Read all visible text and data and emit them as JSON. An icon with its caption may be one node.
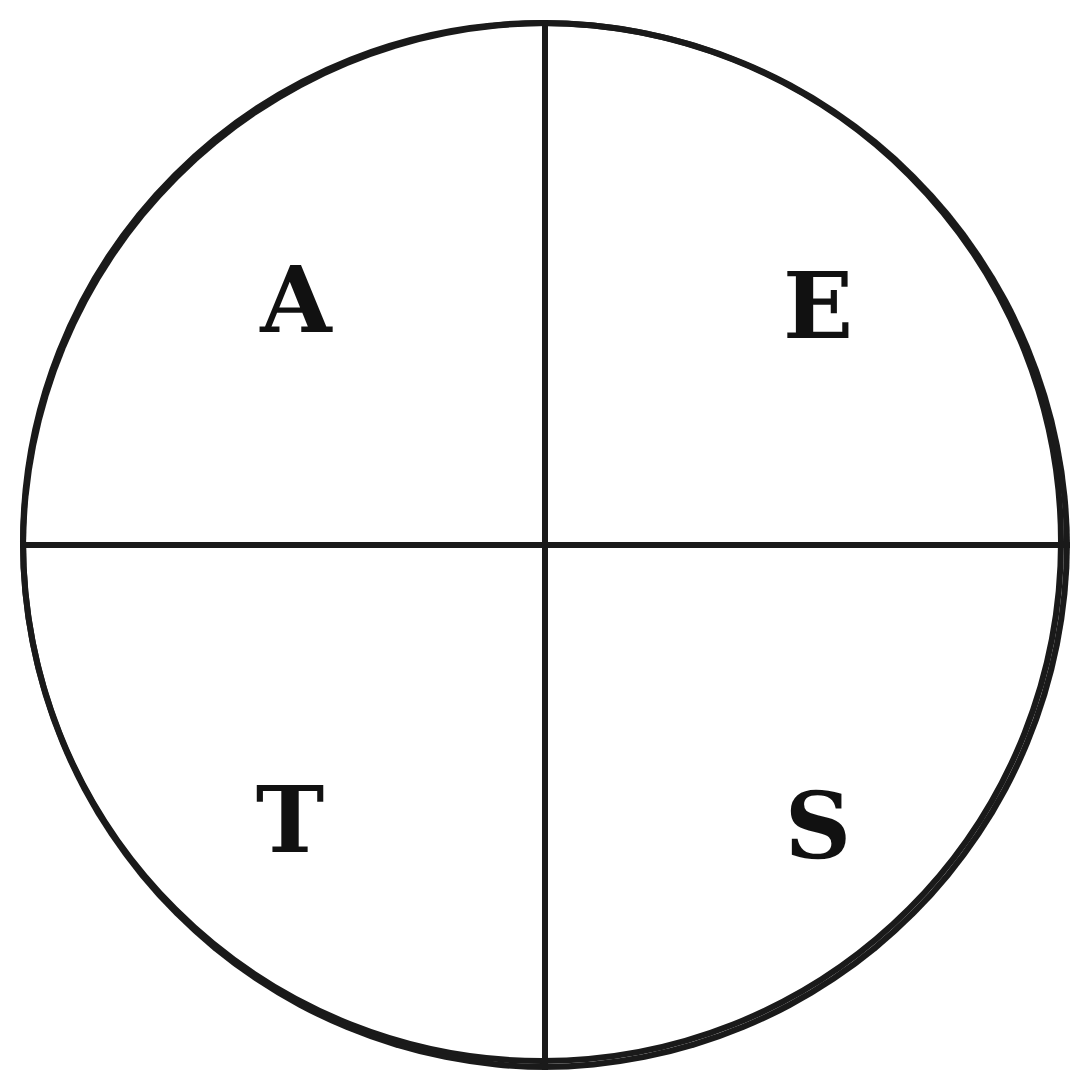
{
  "diagram": {
    "nodes": [
      {
        "text": [],
        "shape": "circle"
      },
      {
        "text": [
          "A"
        ],
        "in": 0
      },
      {
        "text": [
          "E"
        ],
        "in": 0
      },
      {
        "text": [
          "T"
        ],
        "in": 0
      },
      {
        "text": [
          "S"
        ],
        "in": 0
      }
    ]
  }
}
